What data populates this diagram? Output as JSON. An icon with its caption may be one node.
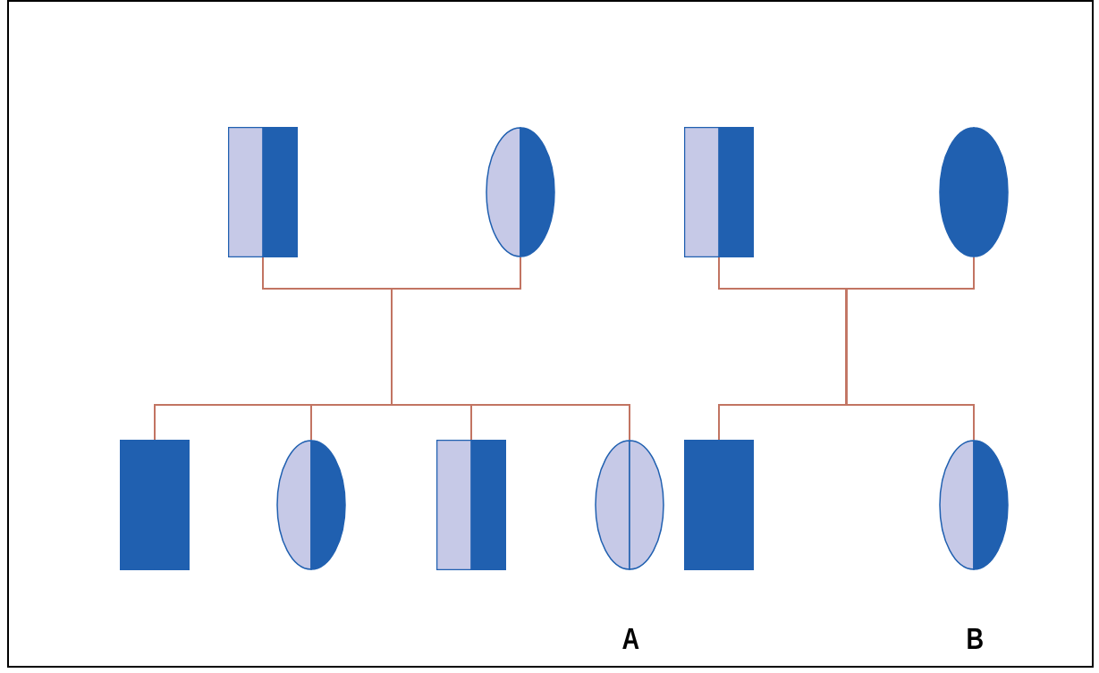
{
  "diagram": {
    "nodes": [
      {
        "text": [],
        "shape": "box"
      },
      {
        "text": [],
        "shape": "circle"
      },
      {
        "text": [],
        "shape": "box"
      },
      {
        "text": [],
        "shape": "circle"
      },
      {
        "text": [],
        "shape": "box"
      },
      {
        "text": [],
        "shape": "circle"
      },
      {
        "text": [],
        "shape": "box"
      },
      {
        "text": [],
        "shape": "circle",
        "beside": [
          "A"
        ]
      },
      {
        "text": [],
        "shape": "box"
      },
      {
        "text": [],
        "shape": "circle",
        "beside": [
          "B"
        ]
      }
    ],
    "edges": [
      {
        "from": 0,
        "to": 4,
        "arrow": "none"
      },
      {
        "from": 0,
        "to": 5,
        "arrow": "none"
      },
      {
        "from": 0,
        "to": 6,
        "arrow": "none"
      },
      {
        "from": 0,
        "to": 7,
        "arrow": "none"
      },
      {
        "from": 1,
        "to": 4,
        "arrow": "none"
      },
      {
        "from": 1,
        "to": 5,
        "arrow": "none"
      },
      {
        "from": 1,
        "to": 6,
        "arrow": "none"
      },
      {
        "from": 1,
        "to": 7,
        "arrow": "none"
      },
      {
        "from": 2,
        "to": 8,
        "arrow": "none"
      },
      {
        "from": 2,
        "to": 9,
        "arrow": "none"
      },
      {
        "from": 3,
        "to": 8,
        "arrow": "none"
      },
      {
        "from": 3,
        "to": 9,
        "arrow": "none"
      }
    ]
  }
}
